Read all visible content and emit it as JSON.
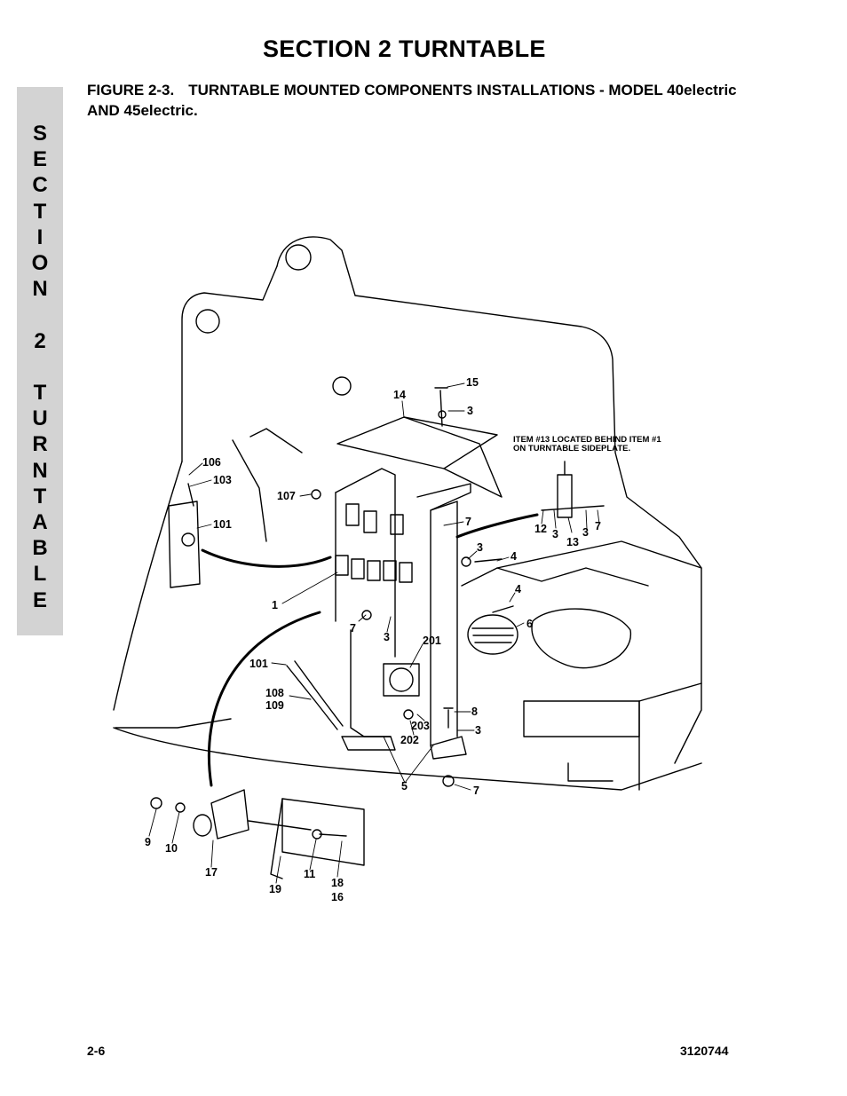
{
  "header": {
    "section_title": "SECTION 2  TURNTABLE"
  },
  "sidebar": {
    "text": "S\nE\nC\nT\nI\nO\nN\n\n2\n\nT\nU\nR\nN\nT\nA\nB\nL\nE"
  },
  "figure": {
    "number": "FIGURE 2-3.",
    "title": "TURNTABLE MOUNTED COMPONENTS INSTALLATIONS - MODEL 40electric AND 45electric.",
    "note_line1": "ITEM #13 LOCATED BEHIND ITEM #1",
    "note_line2": "ON TURNTABLE SIDEPLATE.",
    "callouts": [
      "15",
      "3",
      "14",
      "106",
      "103",
      "107",
      "101",
      "7",
      "3",
      "4",
      "12",
      "3",
      "13",
      "3",
      "7",
      "1",
      "4",
      "6",
      "7",
      "3",
      "201",
      "101",
      "108",
      "109",
      "8",
      "203",
      "3",
      "202",
      "5",
      "7",
      "9",
      "10",
      "17",
      "19",
      "11",
      "18",
      "16"
    ]
  },
  "footer": {
    "page_number": "2-6",
    "doc_number": "3120744"
  }
}
